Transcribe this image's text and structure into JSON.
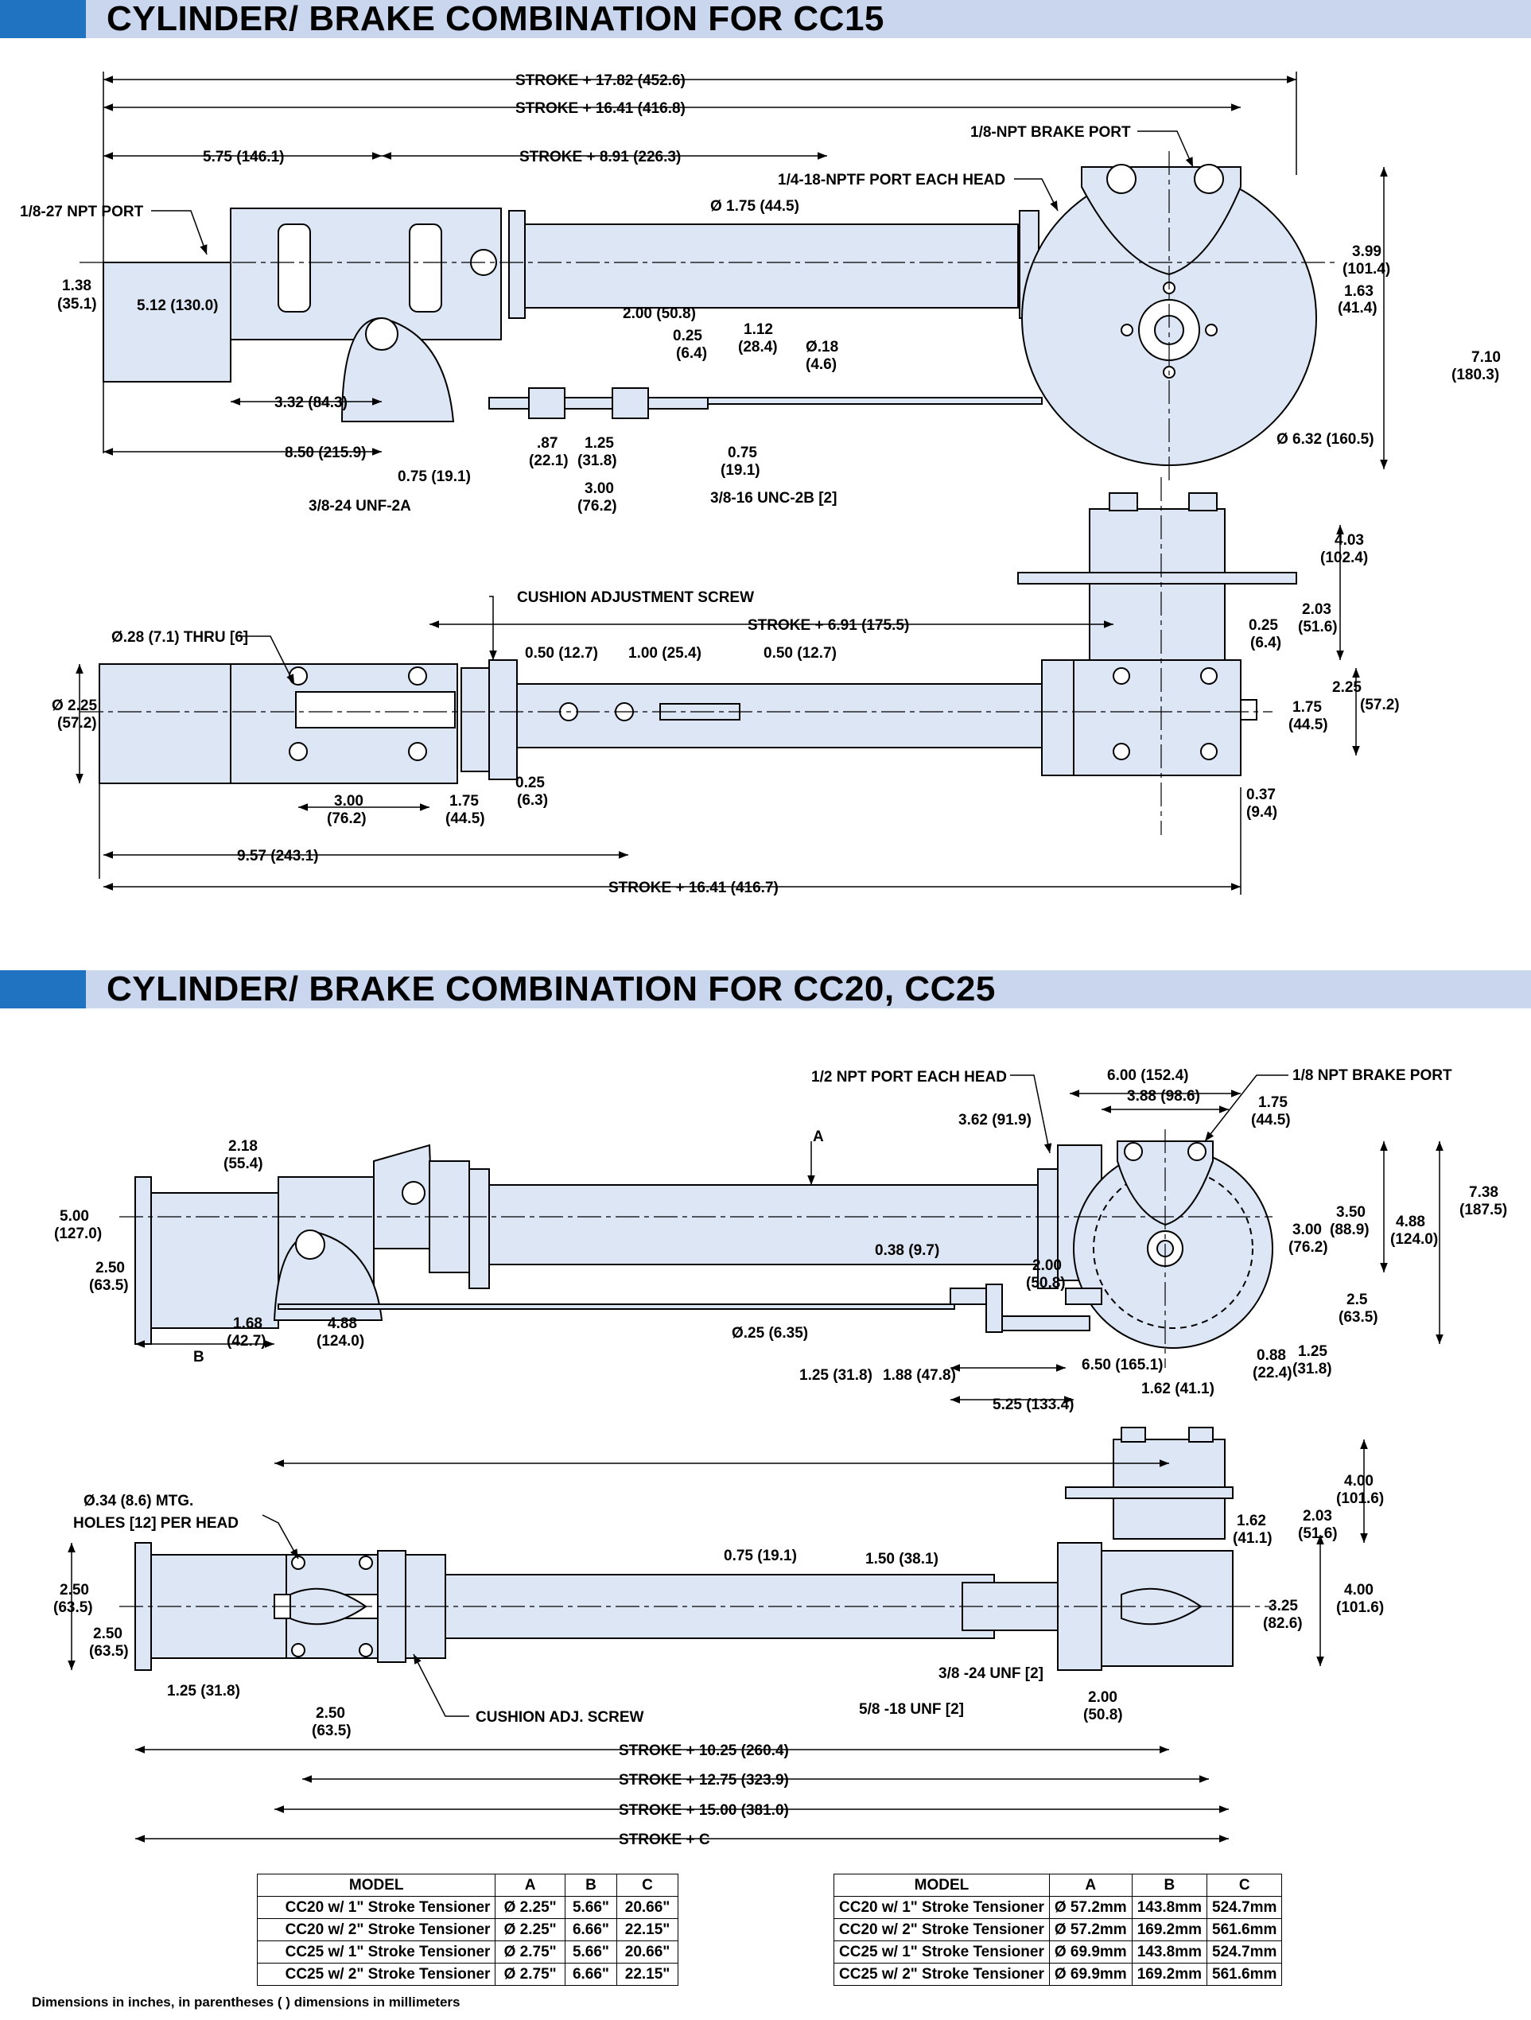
{
  "sections": {
    "cc15_title": "CYLINDER/ BRAKE COMBINATION FOR CC15",
    "cc20_title": "CYLINDER/ BRAKE COMBINATION FOR CC20, CC25"
  },
  "colors": {
    "header_band": "#c9d6ee",
    "header_block": "#1f73c1",
    "part_fill": "#dde6f5"
  },
  "cc15_top_labels": {
    "d1": "STROKE + 17.82 (452.6)",
    "d2": "STROKE + 16.41 (416.8)",
    "d3": "5.75 (146.1)",
    "d4": "STROKE + 8.91 (226.3)",
    "brake_port": "1/8-NPT BRAKE PORT",
    "npt_port_head": "1/4-18-NPTF PORT EACH HEAD",
    "npt_port": "1/8-27 NPT PORT",
    "dia_rod": "Ø 1.75 (44.5)",
    "d_399a": "3.99",
    "d_399b": "(101.4)",
    "d_138a": "1.38",
    "d_138b": "(35.1)",
    "d_512": "5.12 (130.0)",
    "d_163a": "1.63",
    "d_163b": "(41.4)",
    "d_200": "2.00 (50.8)",
    "d_025a": "0.25",
    "d_025b": "(6.4)",
    "d_112a": "1.12",
    "d_112b": "(28.4)",
    "d_018a": "Ø.18",
    "d_018b": "(4.6)",
    "d_710a": "7.10",
    "d_710b": "(180.3)",
    "d_332": "3.32 (84.3)",
    "d_632": "Ø 6.32 (160.5)",
    "d_850": "8.50 (215.9)",
    "d_087a": ".87",
    "d_087b": "(22.1)",
    "d_125a": "1.25",
    "d_125b": "(31.8)",
    "d_075a": "0.75",
    "d_075b": "(19.1)",
    "d_075c": "0.75 (19.1)",
    "d_300a": "3.00",
    "d_300b": "(76.2)",
    "unf": "3/8-24 UNF-2A",
    "unc": "3/8-16 UNC-2B [2]"
  },
  "cc15_bottom_labels": {
    "d_403a": "4.03",
    "d_403b": "(102.4)",
    "cushion": "CUSHION ADJUSTMENT SCREW",
    "d_691": "STROKE + 6.91 (175.5)",
    "d_203a": "2.03",
    "d_203b": "(51.6)",
    "thru": "Ø.28 (7.1) THRU [6]",
    "d_050a": "0.50 (12.7)",
    "d_100": "1.00 (25.4)",
    "d_050b": "0.50 (12.7)",
    "d_025a": "0.25",
    "d_025b": "(6.4)",
    "d_225a": "2.25",
    "d_225b": "(57.2)",
    "d_225c": "Ø 2.25",
    "d_225d": "(57.2)",
    "d_175a": "1.75",
    "d_175b": "(44.5)",
    "d_300a": "3.00",
    "d_300b": "(76.2)",
    "d_175c": "1.75",
    "d_175d": "(44.5)",
    "d_025c": "0.25",
    "d_025d": "(6.3)",
    "d_037a": "0.37",
    "d_037b": "(9.4)",
    "d_957": "9.57 (243.1)",
    "d_1641": "STROKE + 16.41 (416.7)"
  },
  "cc20_top_labels": {
    "port_head": "1/2 NPT PORT EACH HEAD",
    "d_600": "6.00 (152.4)",
    "brake_port": "1/8 NPT BRAKE PORT",
    "d_388": "3.88 (98.6)",
    "d_175a": "1.75",
    "d_175b": "(44.5)",
    "d_362": "3.62 (91.9)",
    "a": "A",
    "d_218a": "2.18",
    "d_218b": "(55.4)",
    "d_738a": "7.38",
    "d_738b": "(187.5)",
    "d_500a": "5.00",
    "d_500b": "(127.0)",
    "d_350a": "3.50",
    "d_350b": "(88.9)",
    "d_488a": "4.88",
    "d_488b": "(124.0)",
    "d_300a": "3.00",
    "d_300b": "(76.2)",
    "d_250a": "2.50",
    "d_250b": "(63.5)",
    "d_038": "0.38 (9.7)",
    "d_200a": "2.00",
    "d_200b": "(50.8)",
    "d_25a": "2.5",
    "d_25b": "(63.5)",
    "d_168a": "1.68",
    "d_168b": "(42.7)",
    "d_488c": "4.88",
    "d_488d": "(124.0)",
    "dia025": "Ø.25 (6.35)",
    "d_088a": "0.88",
    "d_088b": "(22.4)",
    "d_125a": "1.25",
    "d_125b": "(31.8)",
    "b": "B",
    "d_650": "6.50 (165.1)",
    "d_125c": "1.25 (31.8)",
    "d_188": "1.88 (47.8)",
    "d_162": "1.62 (41.1)",
    "d_525": "5.25 (133.4)"
  },
  "cc20_bottom_labels": {
    "d_400a": "4.00",
    "d_400b": "(101.6)",
    "mtg1": "Ø.34 (8.6) MTG.",
    "mtg2": "HOLES [12] PER HEAD",
    "d_162a": "1.62",
    "d_162b": "(41.1)",
    "d_203a": "2.03",
    "d_203b": "(51.6)",
    "d_075": "0.75 (19.1)",
    "d_150": "1.50 (38.1)",
    "d_400c": "4.00",
    "d_400d": "(101.6)",
    "d_250a": "2.50",
    "d_250b": "(63.5)",
    "d_250c": "2.50",
    "d_250d": "(63.5)",
    "d_325a": "3.25",
    "d_325b": "(82.6)",
    "unf1": "3/8 -24 UNF [2]",
    "d_125": "1.25 (31.8)",
    "unf2": "5/8 -18 UNF [2]",
    "d_200a": "2.00",
    "d_200b": "(50.8)",
    "d_250e": "2.50",
    "d_250f": "(63.5)",
    "cushion": "CUSHION ADJ. SCREW",
    "s1": "STROKE + 10.25 (260.4)",
    "s2": "STROKE + 12.75 (323.9)",
    "s3": "STROKE + 15.00 (381.0)",
    "s4": "STROKE + C"
  },
  "table_inch": {
    "headers": [
      "MODEL",
      "A",
      "B",
      "C"
    ],
    "rows": [
      [
        "CC20 w/ 1\" Stroke Tensioner",
        "Ø 2.25\"",
        "5.66\"",
        "20.66\""
      ],
      [
        "CC20 w/ 2\" Stroke Tensioner",
        "Ø 2.25\"",
        "6.66\"",
        "22.15\""
      ],
      [
        "CC25 w/ 1\" Stroke Tensioner",
        "Ø 2.75\"",
        "5.66\"",
        "20.66\""
      ],
      [
        "CC25 w/ 2\" Stroke Tensioner",
        "Ø 2.75\"",
        "6.66\"",
        "22.15\""
      ]
    ]
  },
  "table_mm": {
    "headers": [
      "MODEL",
      "A",
      "B",
      "C"
    ],
    "rows": [
      [
        "CC20 w/ 1\" Stroke Tensioner",
        "Ø 57.2mm",
        "143.8mm",
        "524.7mm"
      ],
      [
        "CC20 w/ 2\" Stroke Tensioner",
        "Ø 57.2mm",
        "169.2mm",
        "561.6mm"
      ],
      [
        "CC25 w/ 1\" Stroke Tensioner",
        "Ø 69.9mm",
        "143.8mm",
        "524.7mm"
      ],
      [
        "CC25 w/ 2\" Stroke Tensioner",
        "Ø 69.9mm",
        "169.2mm",
        "561.6mm"
      ]
    ]
  },
  "footnote": "Dimensions in inches, in parentheses ( ) dimensions in millimeters"
}
